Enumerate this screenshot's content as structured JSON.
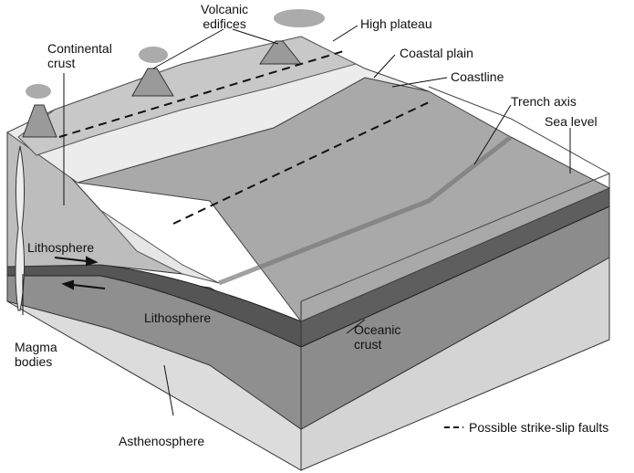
{
  "labels": {
    "volcanic_edifices": [
      "Volcanic",
      "edifices"
    ],
    "high_plateau": "High plateau",
    "continental_crust": [
      "Continental",
      "crust"
    ],
    "coastal_plain": "Coastal plain",
    "coastline": "Coastline",
    "trench_axis": "Trench axis",
    "sea_level": "Sea level",
    "lithosphere_upper": "Lithosphere",
    "lithosphere_lower": "Lithosphere",
    "magma_bodies": [
      "Magma",
      "bodies"
    ],
    "oceanic_crust": [
      "Oceanic",
      "crust"
    ],
    "asthenosphere": "Asthenosphere"
  },
  "legend": {
    "symbol": "dashed-line",
    "label": "Possible strike-slip faults"
  },
  "colors": {
    "ocean_floor": "#a9a9a9",
    "oceanic_crust": "#5e5e5e",
    "lithosphere": "#8c8c8c",
    "asthenosphere": "#d4d4d4",
    "continental": "#bdbdbd",
    "coastal_plain": "#ececec"
  }
}
